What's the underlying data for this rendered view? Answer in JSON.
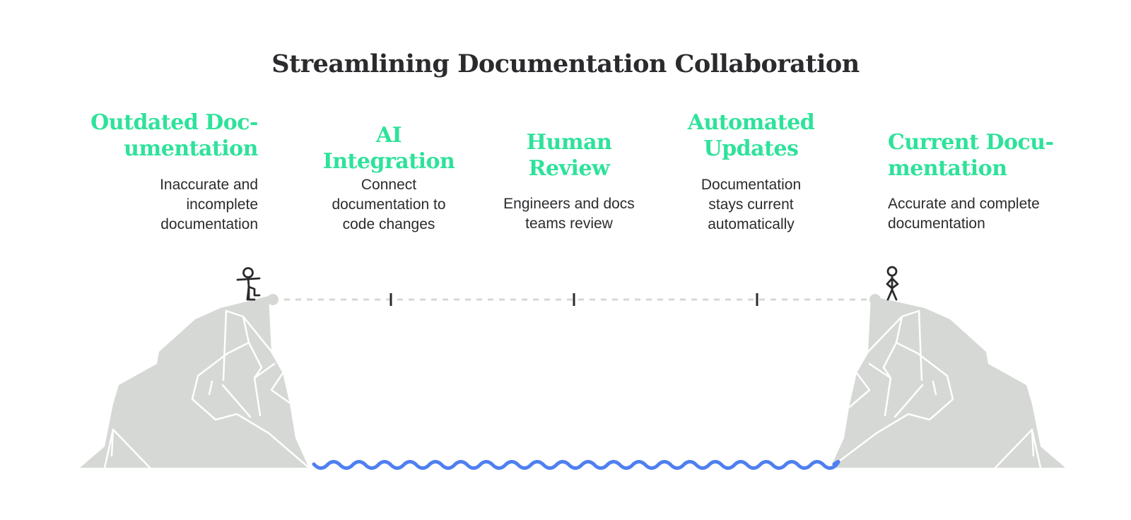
{
  "title": "Streamlining Documentation Collaboration",
  "stages": [
    {
      "heading_lines": [
        "Outdated Doc-",
        "umentation"
      ],
      "description_lines": [
        "Inaccurate and",
        "incomplete",
        "documentation"
      ]
    },
    {
      "heading_lines": [
        "AI",
        "Integration"
      ],
      "description_lines": [
        "Connect",
        "documentation to",
        "code changes"
      ]
    },
    {
      "heading_lines": [
        "Human",
        "Review"
      ],
      "description_lines": [
        "Engineers and docs",
        "teams review"
      ]
    },
    {
      "heading_lines": [
        "Automated",
        "Updates"
      ],
      "description_lines": [
        "Documentation",
        "stays current",
        "automatically"
      ]
    },
    {
      "heading_lines": [
        "Current Docu-",
        "mentation"
      ],
      "description_lines": [
        "Accurate and complete",
        "documentation"
      ]
    }
  ],
  "colors": {
    "heading": "#2ee29a",
    "title": "#2b2b2e",
    "text": "#2b2b2e",
    "cliff": "#d5d8d4",
    "cliff_lines": "#ffffff",
    "bridge": "#d5d8d4",
    "water": "#4f7ff0",
    "figure": "#2b2b2e"
  }
}
